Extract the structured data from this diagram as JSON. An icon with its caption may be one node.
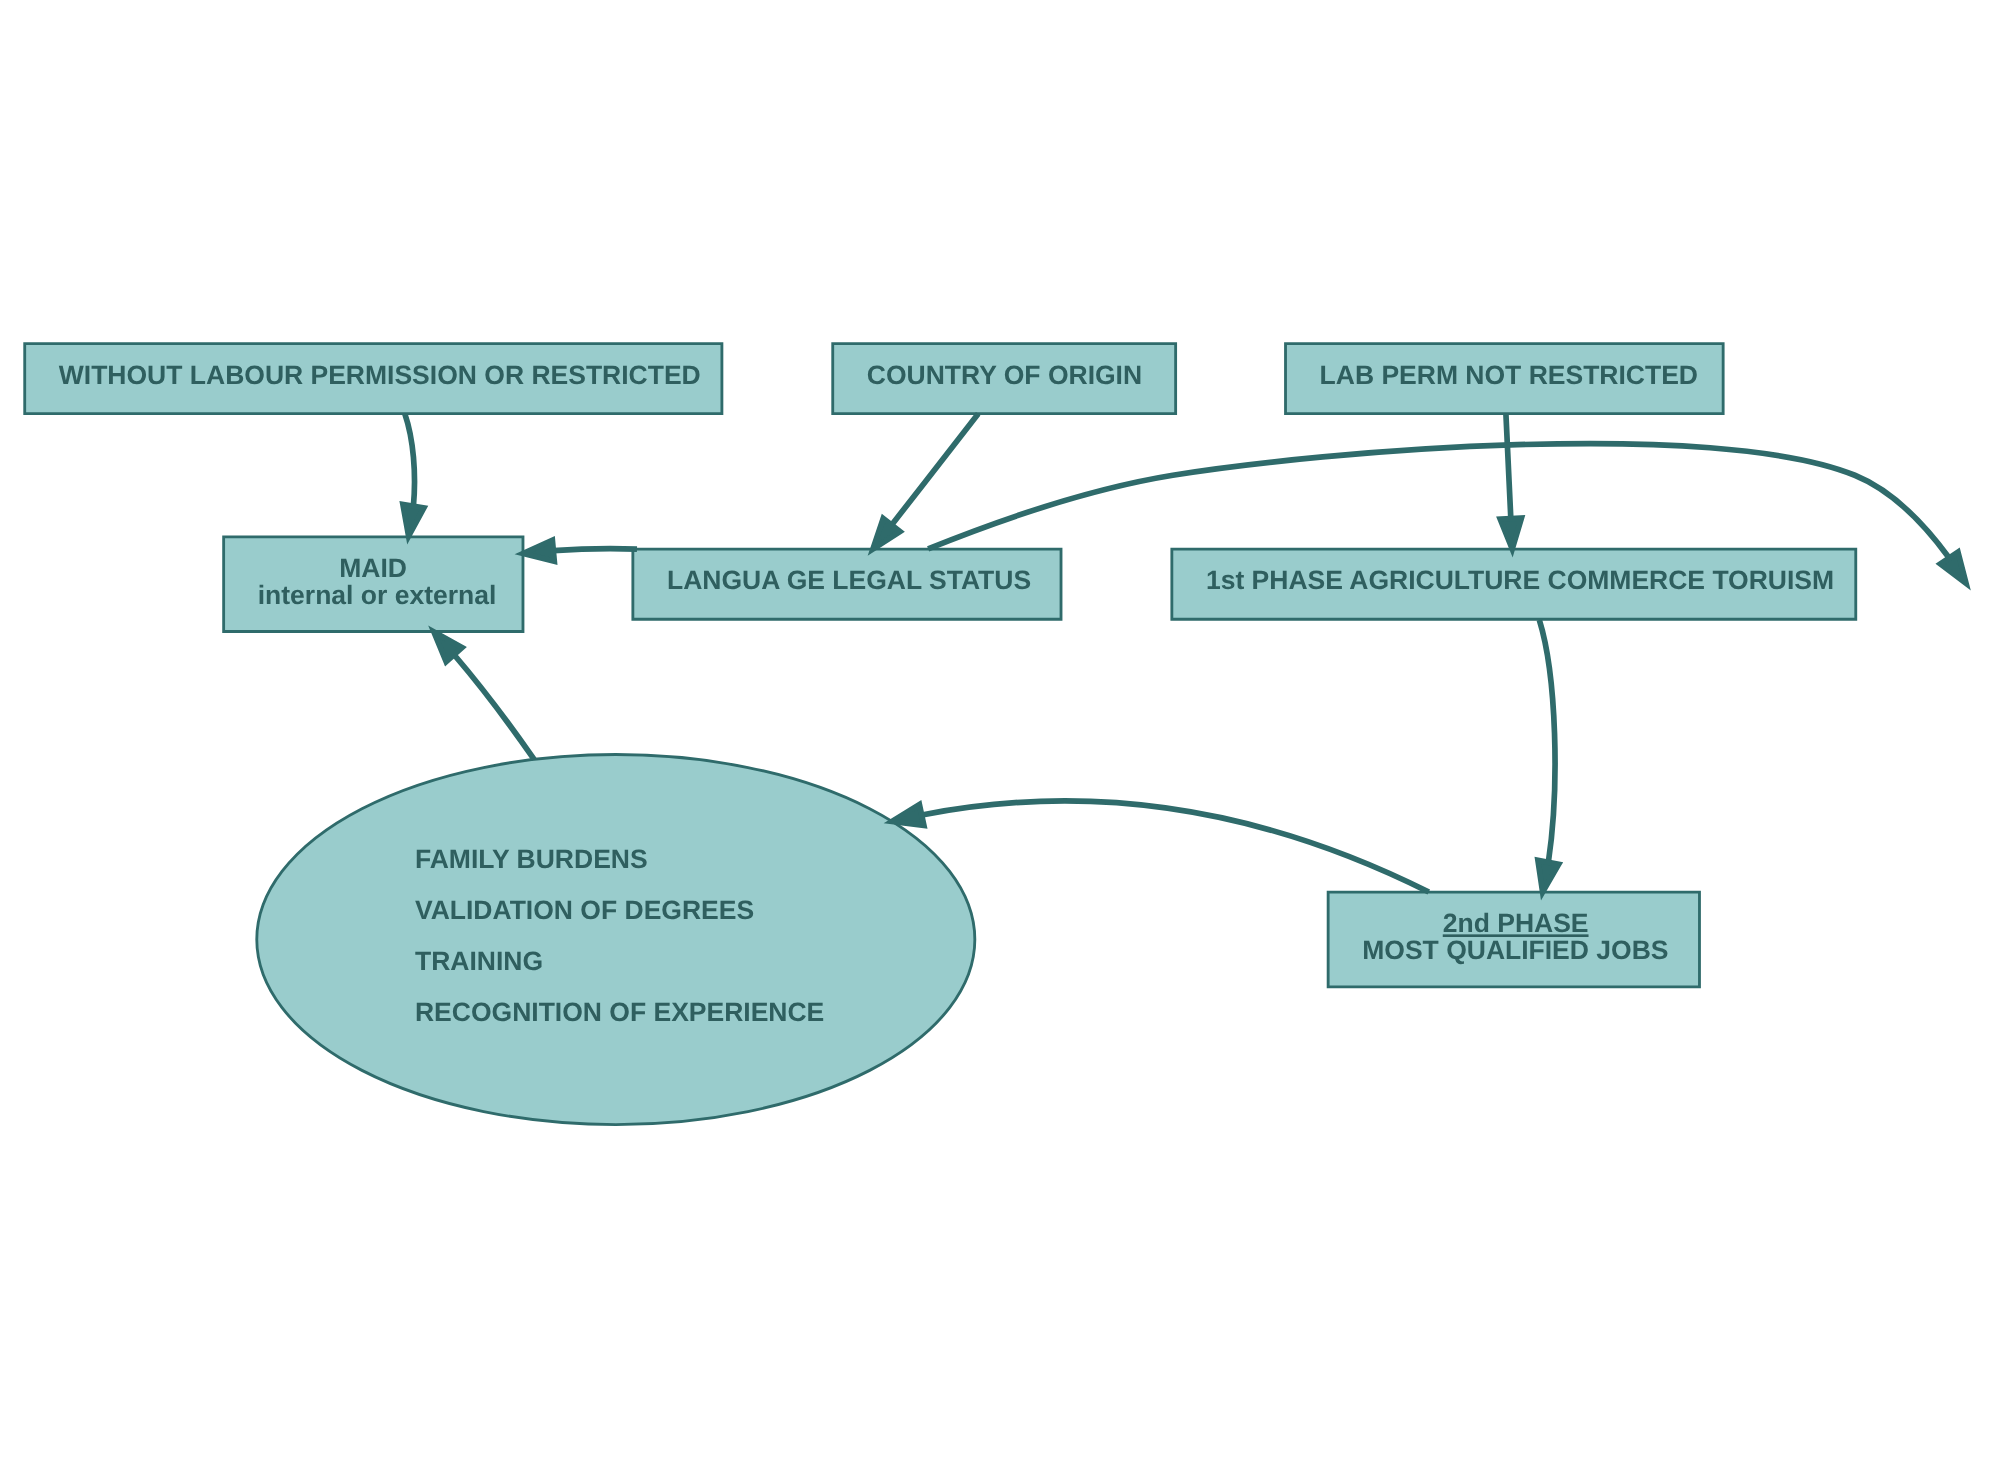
{
  "diagram": {
    "nodes": [
      {
        "text": [
          "WITHOUT LABOUR PERMISSION OR RESTRICTED"
        ]
      },
      {
        "text": [
          "COUNTRY OF ORIGIN"
        ]
      },
      {
        "text": [
          "LAB PERM NOT RESTRICTED"
        ]
      },
      {
        "text": [
          "MAID",
          "internal or external"
        ]
      },
      {
        "text": [
          "LANGUA GE LEGAL STATUS"
        ]
      },
      {
        "text": [
          "1st PHASE AGRICULTURE COMMERCE TORUISM"
        ]
      },
      {
        "text": [
          "2nd PHASE",
          "MOST QUALIFIED JOBS"
        ]
      },
      {
        "text": [
          "FAMILY BURDENS",
          "VALIDATION OF DEGREES",
          "TRAINING",
          "RECOGNITION OF EXPERIENCE"
        ]
      }
    ],
    "edges": [
      {
        "from": 0,
        "to": 3,
        "arrow": "to"
      },
      {
        "from": 1,
        "to": 4,
        "arrow": "to"
      },
      {
        "from": 4,
        "to": 3,
        "arrow": "to"
      },
      {
        "from": 4,
        "to": null,
        "arrow": "to"
      },
      {
        "from": 2,
        "to": 5,
        "arrow": "to"
      },
      {
        "from": 5,
        "to": 6,
        "arrow": "to"
      },
      {
        "from": 6,
        "to": 7,
        "arrow": "to"
      },
      {
        "from": 7,
        "to": 3,
        "arrow": "to"
      }
    ]
  }
}
